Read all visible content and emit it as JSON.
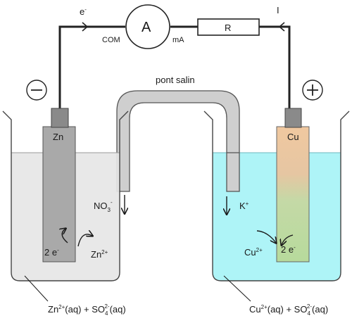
{
  "circuit": {
    "electron_label": "e",
    "electron_charge": "-",
    "current_label": "I",
    "ammeter_symbol": "A",
    "ammeter_com": "COM",
    "ammeter_ma": "mA",
    "resistor_label": "R"
  },
  "polarity": {
    "negative": "−",
    "positive": "+"
  },
  "salt_bridge": {
    "label": "pont salin"
  },
  "left_cell": {
    "electrode": "Zn",
    "anion_base": "NO",
    "anion_sub": "3",
    "anion_sup": "-",
    "electrons": "2 e",
    "electrons_sup": "-",
    "ion_base": "Zn",
    "ion_sup": "2+",
    "solution": {
      "ion1": "Zn",
      "ion1_sup": "2+",
      "mid": "(aq) + SO",
      "sub": "4",
      "sup": "2-",
      "end": "(aq)"
    }
  },
  "right_cell": {
    "electrode": "Cu",
    "cation_base": "K",
    "cation_sup": "+",
    "ion_base": "Cu",
    "ion_sup": "2+",
    "electrons": "2 e",
    "electrons_sup": "-",
    "solution": {
      "ion1": "Cu",
      "ion1_sup": "2+",
      "mid": "(aq) + SO",
      "sub": "4",
      "sup": "2-",
      "end": "(aq)"
    }
  },
  "colors": {
    "left_solution": "#e6e6e6",
    "right_solution": "#aaf3f7",
    "zinc": "#a8a8a8",
    "copper_top": "#f0c8a0",
    "copper_bottom": "#b9dba0",
    "bridge": "#cfcfcf",
    "wire": "#222222"
  }
}
